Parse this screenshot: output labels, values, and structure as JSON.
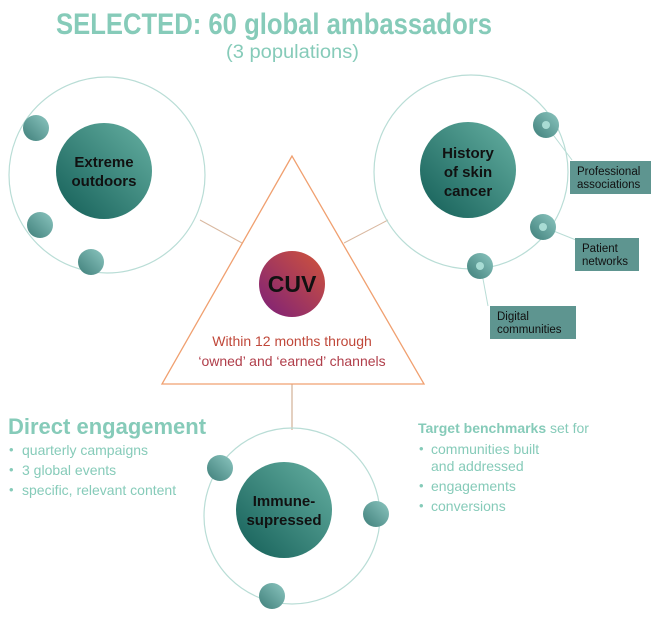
{
  "title": "SELECTED: 60 global ambassadors",
  "subtitle": "(3 populations)",
  "populations": {
    "extreme": [
      "Extreme",
      "outdoors"
    ],
    "skin": [
      "History",
      "of skin",
      "cancer"
    ],
    "immune": [
      "Immune-",
      "supressed"
    ]
  },
  "channels": {
    "professional": [
      "Professional",
      "associations"
    ],
    "patient": [
      "Patient",
      "networks"
    ],
    "digital": [
      "Digital",
      "communities"
    ]
  },
  "center": {
    "label": "CUV",
    "caption": [
      "Within 12 months through",
      "‘owned’ and ‘earned’ channels"
    ]
  },
  "direct": {
    "heading": "Direct engagement",
    "items": [
      "quarterly campaigns",
      "3 global events",
      "specific, relevant content"
    ]
  },
  "targets": {
    "heading_bold": "Target benchmarks",
    "heading_rest": " set for",
    "items": [
      "communities built",
      "and addressed",
      "engagements",
      "conversions"
    ]
  },
  "colors": {
    "teal": "#86cbb9",
    "dark_teal": "#1f6b63",
    "orange": "#f0a070",
    "caption": "#b8453e",
    "label_box": "#5e9590"
  }
}
